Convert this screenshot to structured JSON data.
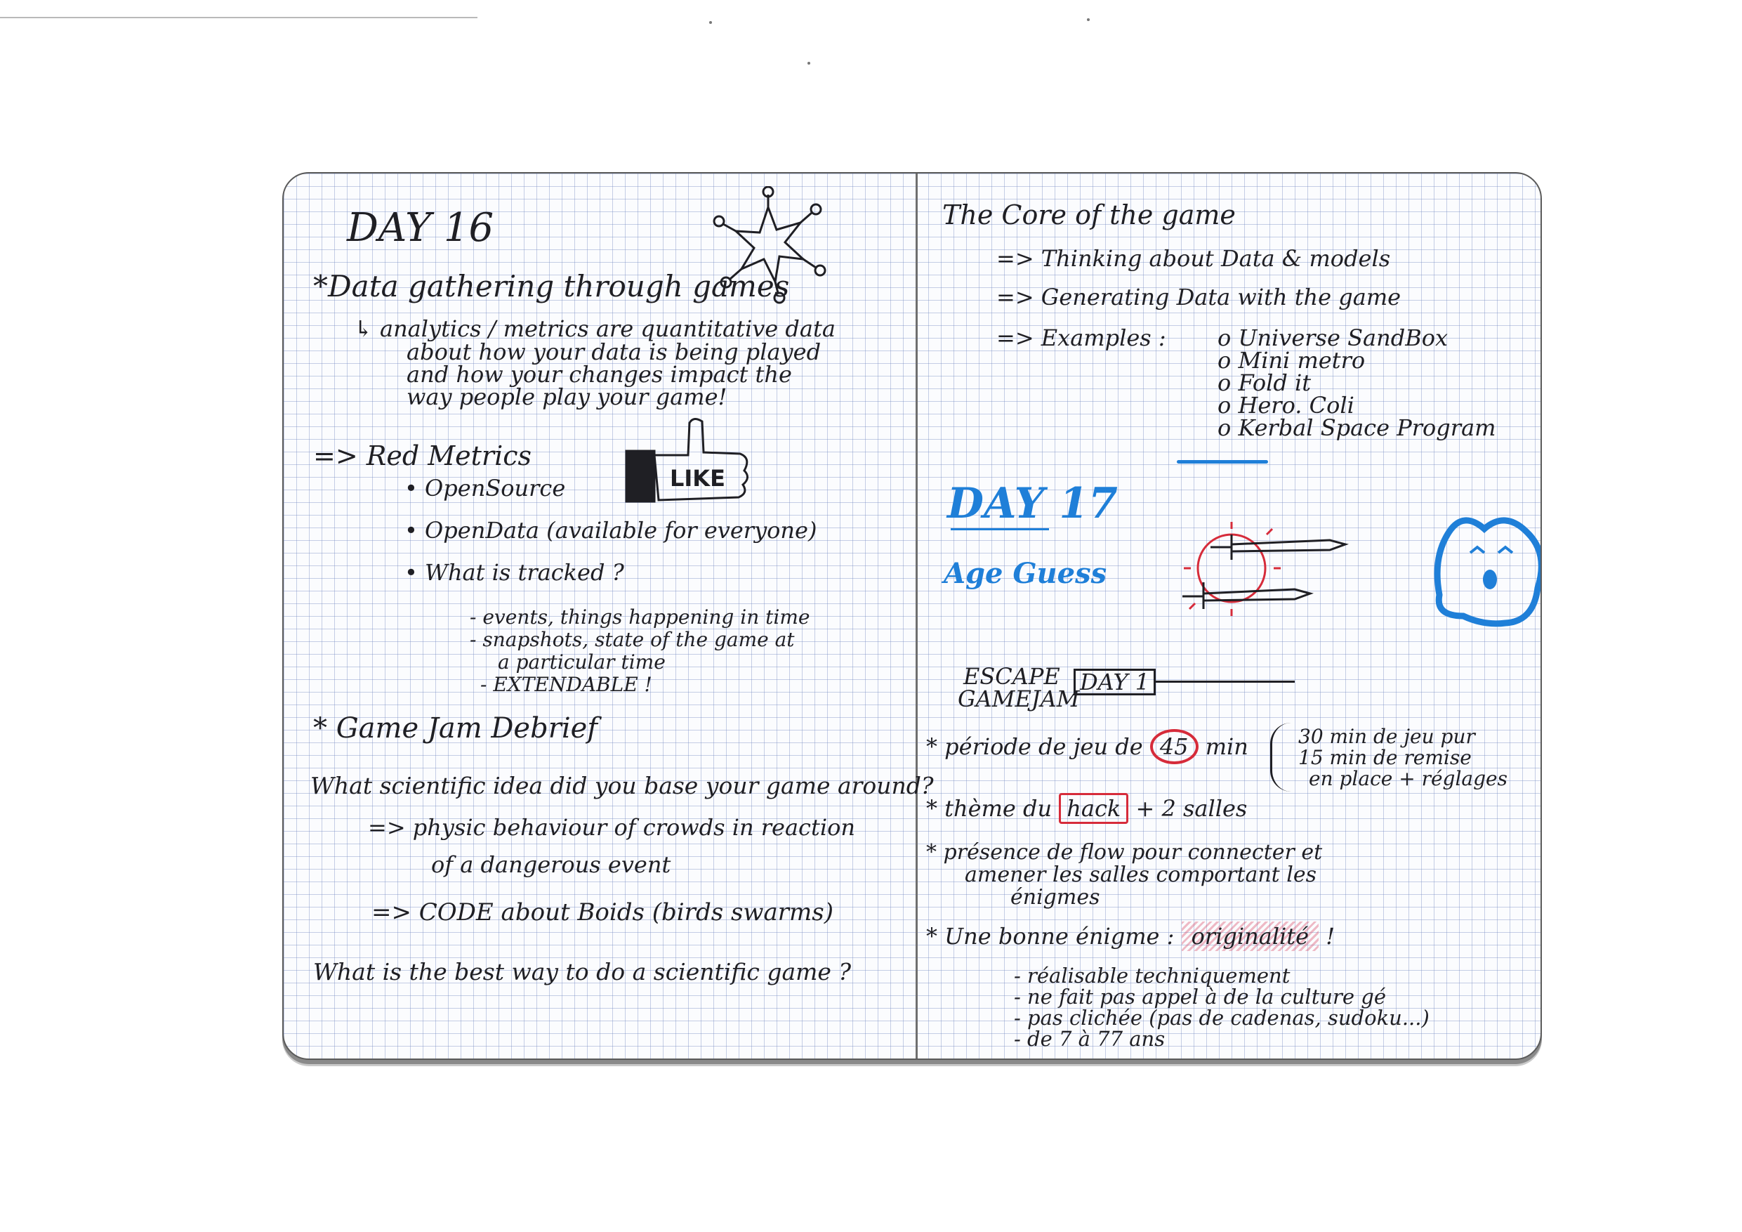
{
  "left_page": {
    "day_title": "DAY 16",
    "s1_heading": "*Data gathering through games",
    "s1_line1": "↳ analytics / metrics are quantitative data",
    "s1_line2": "about how your data is being played",
    "s1_line3": "and how your changes impact the",
    "s1_line4": "way people play your game!",
    "rm_heading": "=> Red Metrics",
    "rm_b1": "• OpenSource",
    "rm_b2": "• OpenData (available for everyone)",
    "rm_b3": "• What is tracked ?",
    "tr1": "- events, things happening in time",
    "tr2": "- snapshots, state of the game at",
    "tr3": "a particular time",
    "tr4": "- EXTENDABLE !",
    "like_text": "LIKE",
    "gj_heading": "* Game Jam Debrief",
    "q1": "What scientific idea did you base your game around?",
    "a1": "=> physic behaviour of crowds in reaction",
    "a1b": "of a dangerous event",
    "a2": "=> CODE about Boids (birds swarms)",
    "q2": "What is the best way to do a scientific game ?"
  },
  "right_page": {
    "core_heading": "The Core of the game",
    "c1": "=> Thinking about Data & models",
    "c2": "=> Generating Data with the game",
    "c3": "=> Examples :",
    "examples": [
      "o Universe SandBox",
      "o Mini metro",
      "o Fold it",
      "o Hero. Coli",
      "o Kerbal Space Program"
    ],
    "day17": "DAY 17",
    "age_guess": "Age Guess",
    "escape_l1": "ESCAPE",
    "escape_l2": "GAMEJAM",
    "escape_day": "DAY 1",
    "p_prefix": "* période de jeu de",
    "p_circled": "45",
    "p_suffix": "min",
    "p_r1": "30 min de jeu pur",
    "p_r2": "15 min de remise",
    "p_r3": "en place + réglages",
    "theme_prefix": "* thème du",
    "theme_boxed": "hack",
    "theme_suffix": "+ 2 salles",
    "flow1": "* présence de flow pour connecter et",
    "flow2": "amener les salles comportant les",
    "flow3": "énigmes",
    "enigme_prefix": "* Une bonne énigme :",
    "enigme_hatched": "originalité",
    "enigme_bang": "!",
    "crit1": "- réalisable techniquement",
    "crit2": "- ne fait pas appel à de la culture gé",
    "crit3": "- pas clichée (pas de cadenas, sudoku...)",
    "crit4": "- de 7 à 77 ans"
  },
  "colors": {
    "ink": "#1f1f24",
    "blue_ink": "#1f7fd8",
    "red_ink": "#d62b3a",
    "grid": "#768cc4"
  }
}
